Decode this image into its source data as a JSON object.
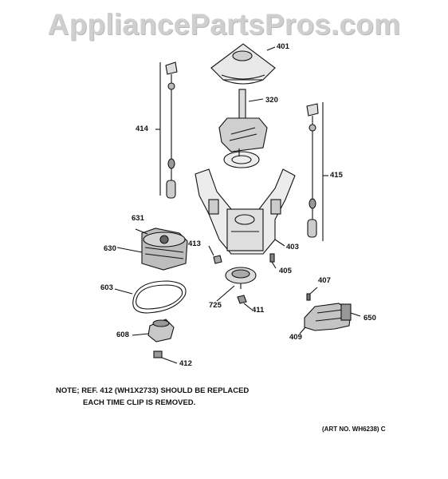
{
  "watermark": "AppliancePartsPros.com",
  "parts": {
    "p401": "401",
    "p320": "320",
    "p414": "414",
    "p415": "415",
    "p631": "631",
    "p630": "630",
    "p413": "413",
    "p403": "403",
    "p405": "405",
    "p603": "603",
    "p407": "407",
    "p725": "725",
    "p411": "411",
    "p650": "650",
    "p608": "608",
    "p409": "409",
    "p412": "412"
  },
  "note": {
    "line1": "NOTE; REF. 412 (WH1X2733) SHOULD BE REPLACED",
    "line2": "EACH TIME CLIP IS REMOVED."
  },
  "art_number": "(ART NO. WH6238) C"
}
